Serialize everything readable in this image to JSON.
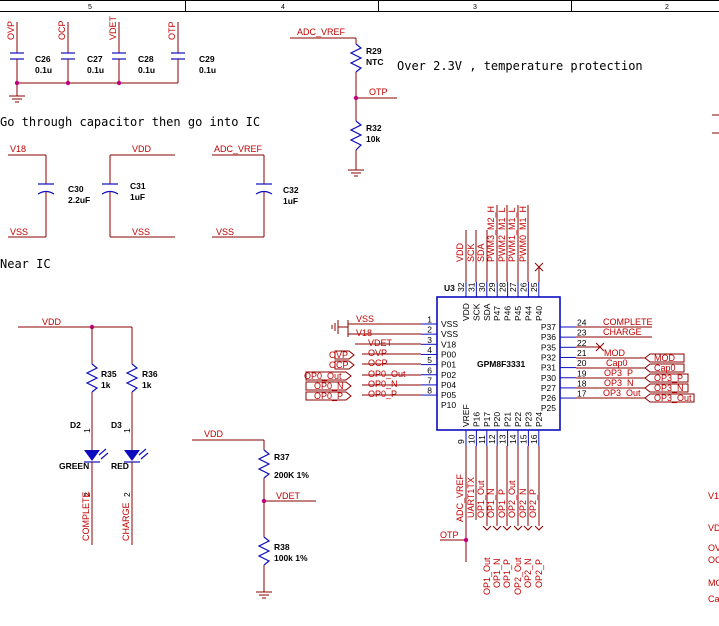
{
  "frame": {
    "cols": [
      "5",
      "4",
      "3",
      "2"
    ]
  },
  "notes": {
    "over": "Over 2.3V , temperature protection",
    "cap": "Go through capacitor then go into IC",
    "near": "Near IC"
  },
  "nets": {
    "ovp": "OVP",
    "ocp": "OCP",
    "vdet": "VDET",
    "otp": "OTP",
    "adc_vref": "ADC_VREF",
    "v18": "V18",
    "vdd": "VDD",
    "vss": "VSS",
    "complete": "COMPLETE",
    "charge": "CHARGE",
    "op0_out": "OP0_Out",
    "op0_n": "OP0_N",
    "op0_p": "OP0_P",
    "mod": "MOD",
    "cap0": "Cap0",
    "op3_p": "OP3_P",
    "op3_n": "OP3_N",
    "op3_out": "OP3_Out",
    "uart1tx": "UART1TX",
    "op1_out": "OP1_Out",
    "op1_n": "OP1_N",
    "op1_p": "OP1_P",
    "op2_out": "OP2_Out",
    "op2_n": "OP2_N",
    "op2_p": "OP2_P",
    "pwm3_m2_h": "PWM3_M2_H",
    "pwm2_m1_l": "PWM2_M1_L",
    "pwm1_m1_l": "PWM1_M1_L",
    "pwm0_m1_h": "PWM0_M1_H",
    "sck": "SCK",
    "sda": "SDA",
    "edge_v1": "V1",
    "edge_vd": "VD",
    "edge_ov": "OV",
    "edge_oc": "OC",
    "edge_mo": "MO",
    "edge_ca": "Ca"
  },
  "components": {
    "c26": {
      "ref": "C26",
      "val": "0.1u"
    },
    "c27": {
      "ref": "C27",
      "val": "0.1u"
    },
    "c28": {
      "ref": "C28",
      "val": "0.1u"
    },
    "c29": {
      "ref": "C29",
      "val": "0.1u"
    },
    "c30": {
      "ref": "C30",
      "val": "2.2uF"
    },
    "c31": {
      "ref": "C31",
      "val": "1uF"
    },
    "c32": {
      "ref": "C32",
      "val": "1uF"
    },
    "r29": {
      "ref": "R29",
      "val": "NTC"
    },
    "r32": {
      "ref": "R32",
      "val": "10k"
    },
    "r35": {
      "ref": "R35",
      "val": "1k"
    },
    "r36": {
      "ref": "R36",
      "val": "1k"
    },
    "r37": {
      "ref": "R37",
      "val": "200K 1%"
    },
    "r38": {
      "ref": "R38",
      "val": "100k 1%"
    },
    "d2": {
      "ref": "D2",
      "val": "GREEN",
      "pin1": "1",
      "pin2": "2"
    },
    "d3": {
      "ref": "D3",
      "val": "RED",
      "pin1": "1",
      "pin2": "2"
    }
  },
  "ic": {
    "ref": "U3",
    "part": "GPM8F3331",
    "top_pins": [
      {
        "num": "32",
        "name": "VDD"
      },
      {
        "num": "31",
        "name": "SCK"
      },
      {
        "num": "30",
        "name": "SDA"
      },
      {
        "num": "29",
        "name": "P47"
      },
      {
        "num": "28",
        "name": "P46"
      },
      {
        "num": "27",
        "name": "P45"
      },
      {
        "num": "26",
        "name": "P44"
      },
      {
        "num": "25",
        "name": "P40"
      }
    ],
    "left_pins": [
      {
        "num": "1",
        "name": "VSS"
      },
      {
        "num": "2",
        "name": "VSS"
      },
      {
        "num": "3",
        "name": "V18"
      },
      {
        "num": "4",
        "name": "P00"
      },
      {
        "num": "5",
        "name": "P01"
      },
      {
        "num": "6",
        "name": "P02"
      },
      {
        "num": "7",
        "name": "P04"
      },
      {
        "num": "8",
        "name": "P05"
      },
      {
        "num": "",
        "name": "P10"
      }
    ],
    "right_pins": [
      {
        "num": "24",
        "name": "P37"
      },
      {
        "num": "23",
        "name": "P36"
      },
      {
        "num": "22",
        "name": "P35"
      },
      {
        "num": "21",
        "name": "P32"
      },
      {
        "num": "20",
        "name": "P31"
      },
      {
        "num": "19",
        "name": "P30"
      },
      {
        "num": "18",
        "name": "P27"
      },
      {
        "num": "17",
        "name": "P26"
      },
      {
        "num": "",
        "name": "P25"
      }
    ],
    "bottom_pins": [
      {
        "num": "9",
        "name": "VREF"
      },
      {
        "num": "10",
        "name": "P16"
      },
      {
        "num": "11",
        "name": "P17"
      },
      {
        "num": "12",
        "name": "P20"
      },
      {
        "num": "13",
        "name": "P21"
      },
      {
        "num": "14",
        "name": "P22"
      },
      {
        "num": "15",
        "name": "P23"
      },
      {
        "num": "16",
        "name": "P24"
      }
    ]
  }
}
